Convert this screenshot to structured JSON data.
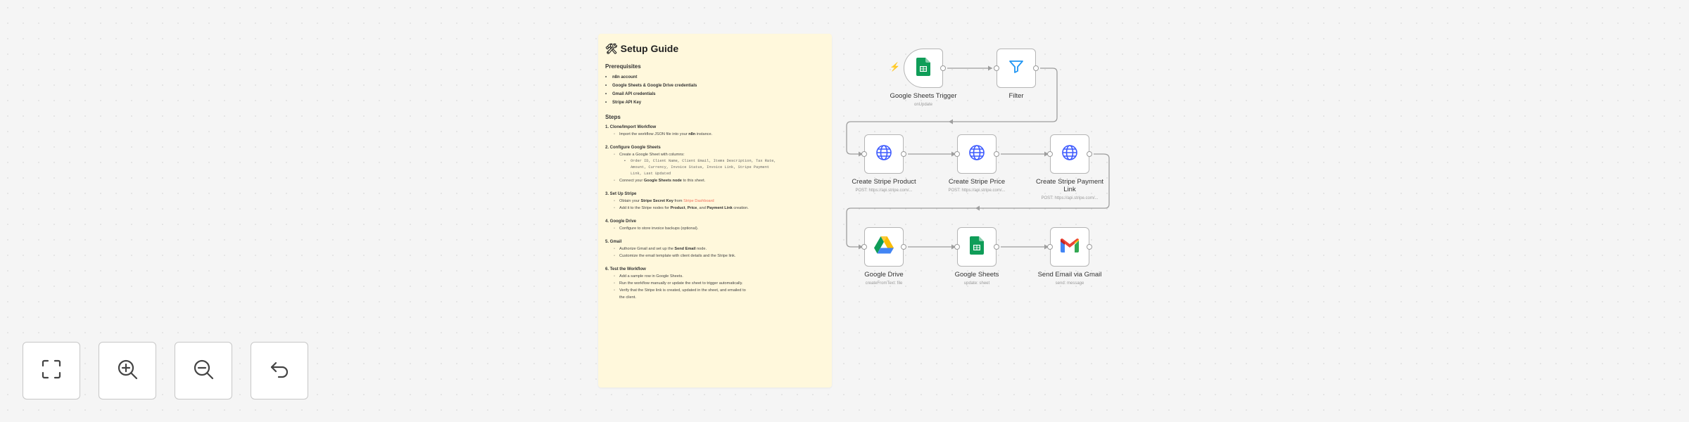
{
  "note": {
    "title": "🛠 Setup Guide",
    "prerequisites_heading": "Prerequisites",
    "prerequisites": [
      "n8n account",
      "Google Sheets & Google Drive credentials",
      "Gmail API credentials",
      "Stripe API Key"
    ],
    "steps_heading": "Steps",
    "steps": {
      "s1": {
        "title": "1. Clone/Import Workflow",
        "a1": "Import the workflow JSON file into your ",
        "a2": "n8n",
        "a3": " instance."
      },
      "s2": {
        "title": "2. Configure Google Sheets",
        "a": "Create a Google Sheet with columns:",
        "cols1": "Order ID, Client Name, Client Email, Items Description, Tax Rate,",
        "cols2": "Amount, Currency, Invoice Status, Invoice Link, Stripe Payment",
        "cols3": "Link, Last Updated",
        "b1": "Connect your ",
        "b2": "Google Sheets node",
        "b3": " to this sheet."
      },
      "s3": {
        "title": "3. Set Up Stripe",
        "a1": "Obtain your ",
        "a2": "Stripe Secret Key",
        "a3": " from ",
        "a4": "Stripe Dashboard",
        "b1": "Add it to the Stripe nodes for ",
        "b2": "Product",
        "b3": ", ",
        "b4": "Price",
        "b5": ", and ",
        "b6": "Payment Link",
        "b7": " creation."
      },
      "s4": {
        "title": "4. Google Drive",
        "a": "Configure to store invoice backups (optional)."
      },
      "s5": {
        "title": "5. Gmail",
        "a1": "Authorize Gmail and set up the ",
        "a2": "Send Email",
        "a3": " node.",
        "b": "Customize the email template with client details and the Stripe link."
      },
      "s6": {
        "title": "6. Test the Workflow",
        "a": "Add a sample row in Google Sheets.",
        "b": "Run the workflow manually or update the sheet to trigger automatically.",
        "c": "Verify that the Stripe link is created, updated in the sheet, and emailed to",
        "d": "the client."
      }
    }
  },
  "nodes": {
    "trigger": {
      "label": "Google Sheets Trigger",
      "sub": "onUpdate",
      "icon": "google-sheets-icon"
    },
    "filter": {
      "label": "Filter",
      "icon": "filter-icon"
    },
    "product": {
      "label": "Create Stripe Product",
      "sub": "POST: https://api.stripe.com/...",
      "icon": "globe-icon"
    },
    "price": {
      "label": "Create Stripe Price",
      "sub": "POST: https://api.stripe.com/...",
      "icon": "globe-icon"
    },
    "paylink": {
      "label1": "Create Stripe Payment",
      "label2": "Link",
      "sub": "POST: https://api.stripe.com/...",
      "icon": "globe-icon"
    },
    "drive": {
      "label": "Google Drive",
      "sub": "createFromText: file",
      "icon": "google-drive-icon"
    },
    "sheets": {
      "label": "Google Sheets",
      "sub": "update: sheet",
      "icon": "google-sheets-icon"
    },
    "gmail": {
      "label": "Send Email via Gmail",
      "sub": "send: message",
      "icon": "gmail-icon"
    }
  },
  "controls": [
    "fit-view-icon",
    "zoom-in-icon",
    "zoom-out-icon",
    "undo-icon"
  ],
  "colors": {
    "accent": "#ff6d5a",
    "sheets_green": "#0f9d58",
    "globe_blue": "#3d5afe",
    "filter_blue": "#2196f3",
    "note_bg": "#fff8dc"
  }
}
